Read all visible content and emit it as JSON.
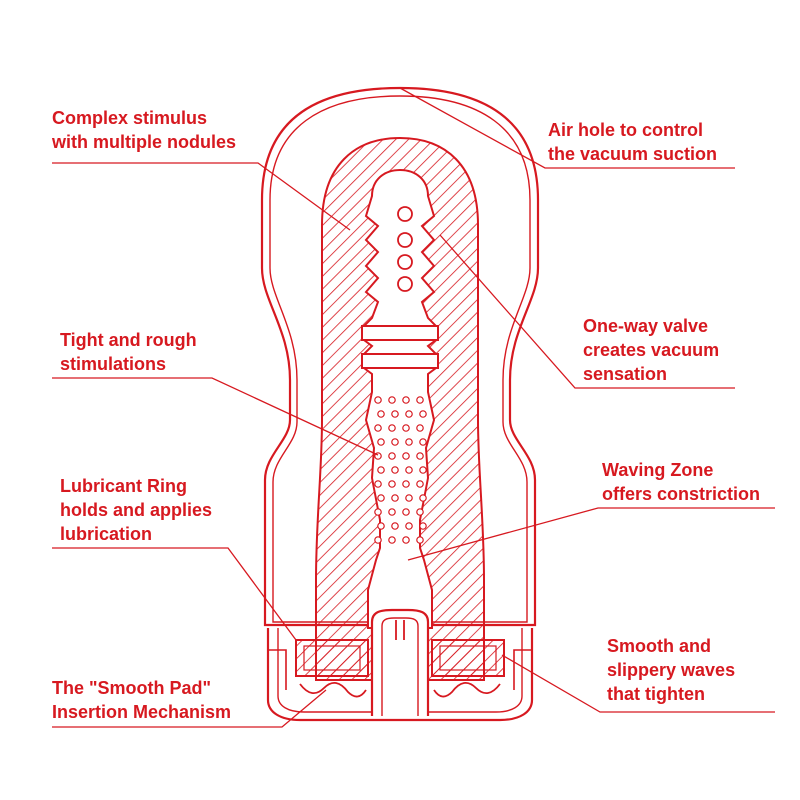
{
  "colors": {
    "accent": "#d71920",
    "background": "#ffffff"
  },
  "labels": {
    "complex_stimulus": [
      "Complex stimulus",
      "with multiple nodules"
    ],
    "air_hole": [
      "Air hole to control",
      "the vacuum suction"
    ],
    "one_way_valve": [
      "One-way valve",
      "creates vacuum",
      "sensation"
    ],
    "tight_rough": [
      "Tight and rough",
      "stimulations"
    ],
    "waving_zone": [
      "Waving Zone",
      "offers constriction"
    ],
    "lubricant_ring": [
      "Lubricant Ring",
      "holds and applies",
      "lubrication"
    ],
    "smooth_waves": [
      "Smooth and",
      "slippery waves",
      "that tighten"
    ],
    "smooth_pad": [
      "The \"Smooth Pad\"",
      "Insertion Mechanism"
    ]
  }
}
